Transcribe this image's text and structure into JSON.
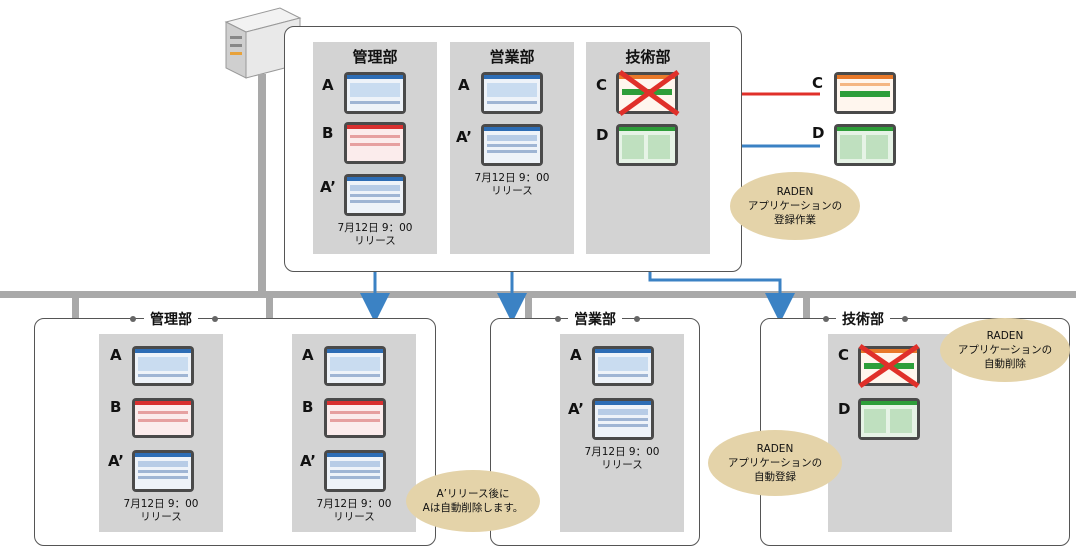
{
  "server": {
    "departments": [
      {
        "name": "管理部",
        "items": [
          "A",
          "B",
          "A’"
        ],
        "release": [
          "7月12日 9：00",
          "リリース"
        ]
      },
      {
        "name": "営業部",
        "items": [
          "A",
          "A’"
        ],
        "release": [
          "7月12日 9：00",
          "リリース"
        ]
      },
      {
        "name": "技術部",
        "items": [
          "C",
          "D"
        ]
      }
    ]
  },
  "incoming": {
    "items": [
      "C",
      "D"
    ]
  },
  "bubbles": {
    "register": [
      "RADEN",
      "アプリケーションの",
      "登録作業"
    ],
    "auto_delete": [
      "RADEN",
      "アプリケーションの",
      "自動削除"
    ],
    "auto_register": [
      "RADEN",
      "アプリケーションの",
      "自動登録"
    ],
    "after_release": [
      "A’リリース後に",
      "Aは自動削除します。"
    ]
  },
  "clients": {
    "kanri": {
      "name": "管理部",
      "items": [
        "A",
        "B",
        "A’"
      ],
      "release": [
        "7月12日 9：00",
        "リリース"
      ]
    },
    "eigyo": {
      "name": "営業部",
      "items": [
        "A",
        "A’"
      ],
      "release": [
        "7月12日 9：00",
        "リリース"
      ]
    },
    "gijutsu": {
      "name": "技術部",
      "items": [
        "C",
        "D"
      ]
    }
  },
  "colors": {
    "blue": "#3b82c4",
    "red": "#e0302a",
    "panel": "#d3d3d3",
    "bubble": "#e4d3a9"
  }
}
